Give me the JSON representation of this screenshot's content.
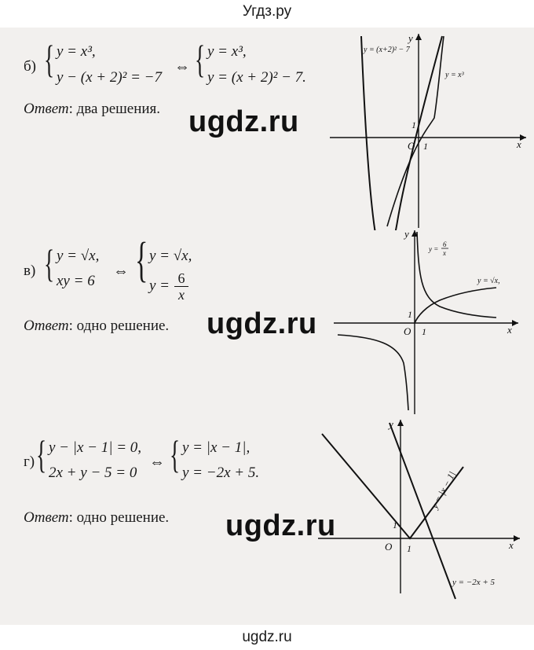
{
  "site_top": "Угдз.ру",
  "site_bottom": "ugdz.ru",
  "watermark": "ugdz.ru",
  "part_b": {
    "label": "б)",
    "sys1_l1": "y = x³,",
    "sys1_l2": "y − (x + 2)² = −7",
    "iff": "⇔",
    "sys2_l1": "y = x³,",
    "sys2_l2": "y = (x + 2)² − 7.",
    "answer_label": "Ответ",
    "answer_text": ": два решения.",
    "graph": {
      "curve1": "y = (x+2)² − 7",
      "curve2": "y = x³",
      "x": "x",
      "y": "y",
      "origin": "O",
      "one": "1"
    }
  },
  "part_v": {
    "label": "в)",
    "sys1_l1": "y = √x,",
    "sys1_l2": "xy = 6",
    "iff": "⇔",
    "sys2_l1": "y = √x,",
    "sys2_l2_lhs": "y =",
    "sys2_l2_num": "6",
    "sys2_l2_den": "x",
    "answer_label": "Ответ",
    "answer_text": ": одно решение.",
    "graph": {
      "curve1_num": "6",
      "curve1_den": "x",
      "curve1_lhs": "y =",
      "curve2": "y = √x,",
      "x": "x",
      "y": "y",
      "origin": "O",
      "one": "1"
    }
  },
  "part_g": {
    "label": "г)",
    "sys1_l1": "y − |x − 1| = 0,",
    "sys1_l2": "2x + y − 5 = 0",
    "iff": "⇔",
    "sys2_l1": "y = |x − 1|,",
    "sys2_l2": "y = −2x + 5.",
    "answer_label": "Ответ",
    "answer_text": ": одно решение.",
    "graph": {
      "curve1": "y = |x − 1|",
      "curve2": "y = −2x + 5",
      "x": "x",
      "y": "y",
      "origin": "O",
      "one": "1"
    }
  }
}
